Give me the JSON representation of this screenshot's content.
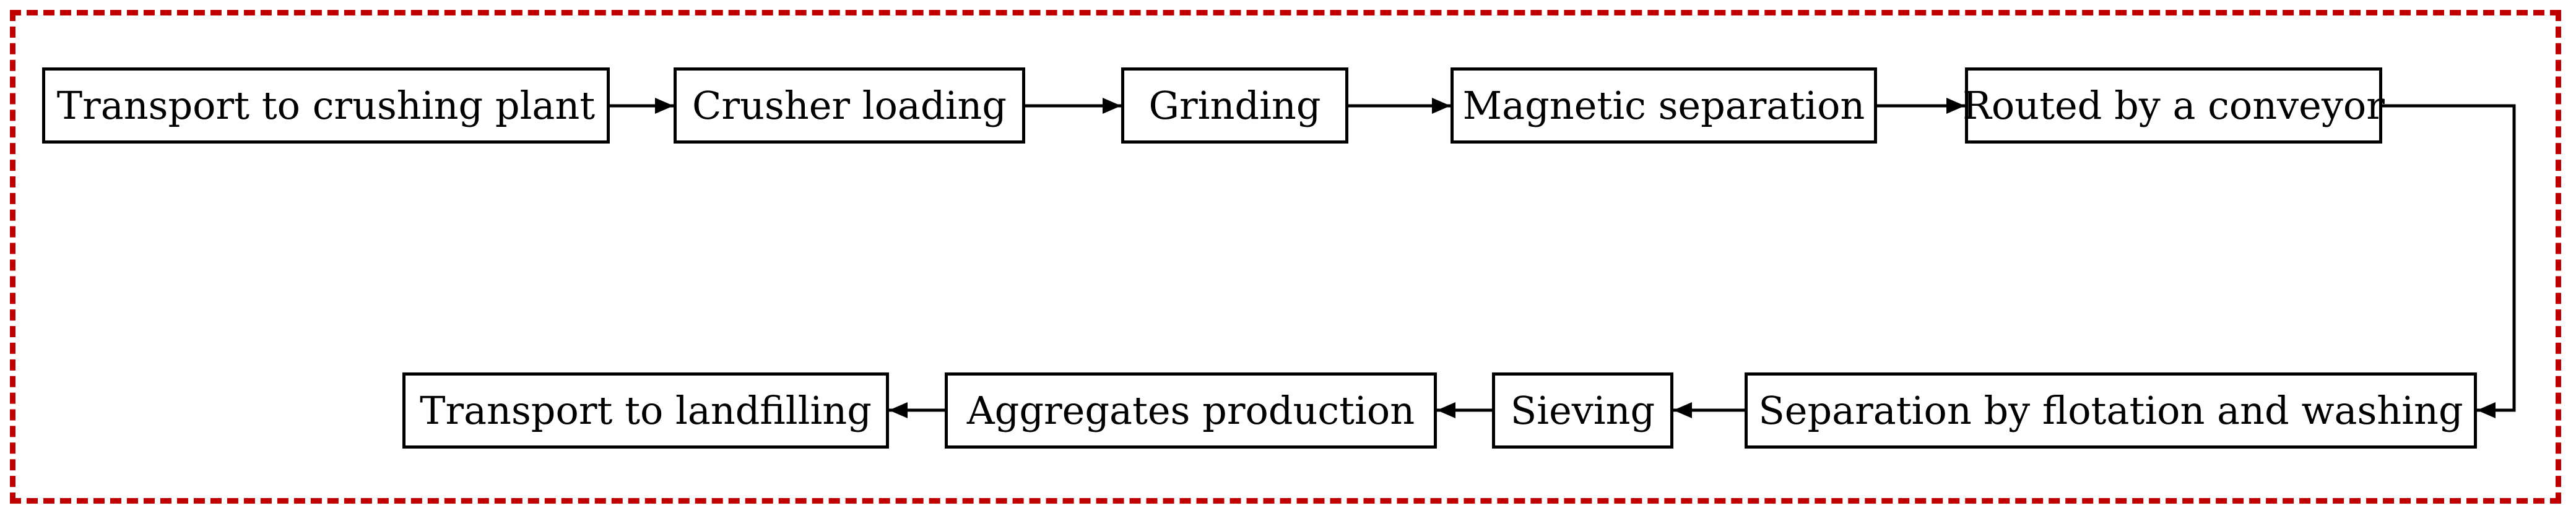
{
  "diagram": {
    "frame_color": "#c00000",
    "steps": [
      {
        "id": "s1",
        "label": "Transport to crushing plant"
      },
      {
        "id": "s2",
        "label": "Crusher loading"
      },
      {
        "id": "s3",
        "label": "Grinding"
      },
      {
        "id": "s4",
        "label": "Magnetic separation"
      },
      {
        "id": "s5",
        "label": "Routed by a conveyor"
      },
      {
        "id": "s6",
        "label": "Separation by flotation and washing"
      },
      {
        "id": "s7",
        "label": "Sieving"
      },
      {
        "id": "s8",
        "label": "Aggregates production"
      },
      {
        "id": "s9",
        "label": "Transport to landfilling"
      }
    ],
    "edges": [
      {
        "from": "s1",
        "to": "s2"
      },
      {
        "from": "s2",
        "to": "s3"
      },
      {
        "from": "s3",
        "to": "s4"
      },
      {
        "from": "s4",
        "to": "s5"
      },
      {
        "from": "s5",
        "to": "s6"
      },
      {
        "from": "s6",
        "to": "s7"
      },
      {
        "from": "s7",
        "to": "s8"
      },
      {
        "from": "s8",
        "to": "s9"
      }
    ]
  }
}
